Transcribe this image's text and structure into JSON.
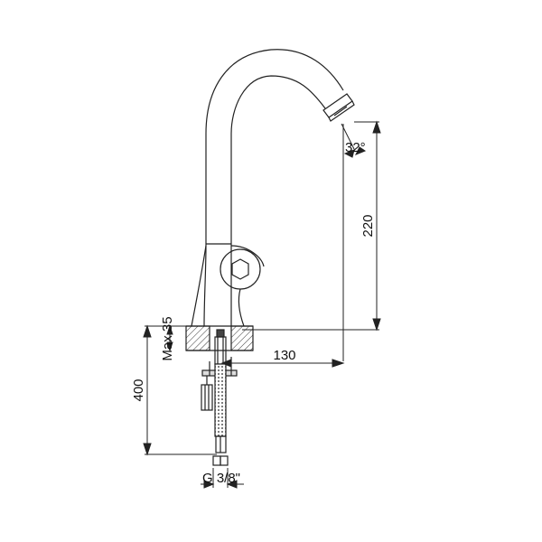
{
  "diagram": {
    "subject": "Single-lever basin faucet technical drawing",
    "colors": {
      "line": "#222222",
      "background": "#ffffff"
    },
    "dimensions": {
      "spout_height": "220",
      "spout_angle": "32°",
      "spout_reach": "130",
      "max_counter_thickness": "Max 35",
      "hose_length": "400",
      "connection_thread": "G 3/8\""
    }
  }
}
